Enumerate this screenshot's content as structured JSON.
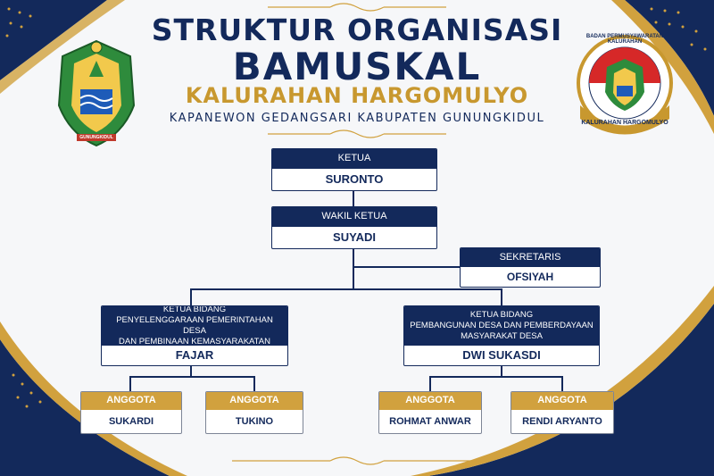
{
  "title": {
    "line1": "STRUKTUR ORGANISASI",
    "line2": "BAMUSKAL",
    "line3": "KALURAHAN HARGOMULYO",
    "line4": "KAPANEWON GEDANGSARI KABUPATEN GUNUNGKIDUL"
  },
  "logos": {
    "left": {
      "text": "GUNUNGKIDUL"
    },
    "right": {
      "ring_text": "BADAN PERMUSYAWARATAN KALURAHAN",
      "ribbon_text": "KALURAHAN HARGOMULYO"
    }
  },
  "org": {
    "ketua": {
      "role": "KETUA",
      "name": "SURONTO"
    },
    "wakil": {
      "role": "WAKIL KETUA",
      "name": "SUYADI"
    },
    "sekretaris": {
      "role": "SEKRETARIS",
      "name": "OFSIYAH"
    },
    "bidang1": {
      "role_l1": "KETUA BIDANG",
      "role_l2": "PENYELENGGARAAN PEMERINTAHAN DESA",
      "role_l3": "DAN PEMBINAAN KEMASYARAKATAN",
      "name": "FAJAR"
    },
    "bidang2": {
      "role_l1": "KETUA BIDANG",
      "role_l2": "PEMBANGUNAN DESA DAN PEMBERDAYAAN",
      "role_l3": "MASYARAKAT DESA",
      "name": "DWI SUKASDI"
    },
    "anggota": [
      {
        "role": "ANGGOTA",
        "name": "SUKARDI"
      },
      {
        "role": "ANGGOTA",
        "name": "TUKINO"
      },
      {
        "role": "ANGGOTA",
        "name": "ROHMAT ANWAR"
      },
      {
        "role": "ANGGOTA",
        "name": "RENDI ARYANTO"
      }
    ]
  },
  "colors": {
    "navy": "#13295b",
    "gold": "#d1a13e",
    "background": "#f6f7f9"
  }
}
